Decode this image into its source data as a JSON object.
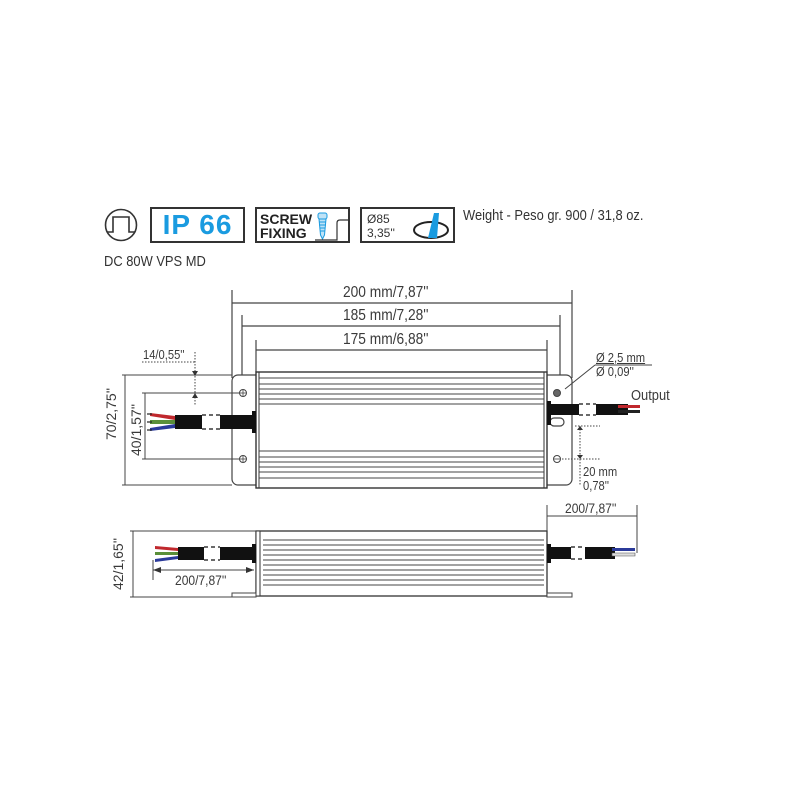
{
  "header": {
    "icons": [
      {
        "name": "luminaire-class-icon"
      },
      {
        "name": "ip-rating-badge",
        "label": "IP 66",
        "color": "#1a9be0"
      },
      {
        "name": "screw-fixing-badge",
        "line1": "SCREW",
        "line2": "FIXING"
      },
      {
        "name": "cutout-diameter-badge",
        "line1": "Ø85",
        "line2": "3,35''"
      }
    ],
    "weight": "Weight - Peso gr. 900 / 31,8 oz.",
    "model": "DC 80W VPS MD"
  },
  "top_view": {
    "dim_overall": "200 mm/7,87''",
    "dim_mounting": "185 mm/7,28''",
    "dim_body": "175 mm/6,88''",
    "dim_hole_offset": "14/0,55''",
    "dim_height": "70/2,75''",
    "dim_hole_spacing": "40/1,57''",
    "hole_diameter_mm": "Ø 2,5 mm",
    "hole_diameter_in": "Ø 0,09''",
    "output_label": "Output",
    "dim_output_offset_mm": "20 mm",
    "dim_output_offset_in": "0,78''"
  },
  "side_view": {
    "dim_height": "42/1,65''",
    "dim_input_cable": "200/7,87''",
    "dim_output_cable": "200/7,87''"
  },
  "colors": {
    "accent": "#1a9be0",
    "line": "#333333",
    "wire_red": "#c0282d",
    "wire_green": "#5a8f3a",
    "wire_blue": "#2b3a9a"
  }
}
